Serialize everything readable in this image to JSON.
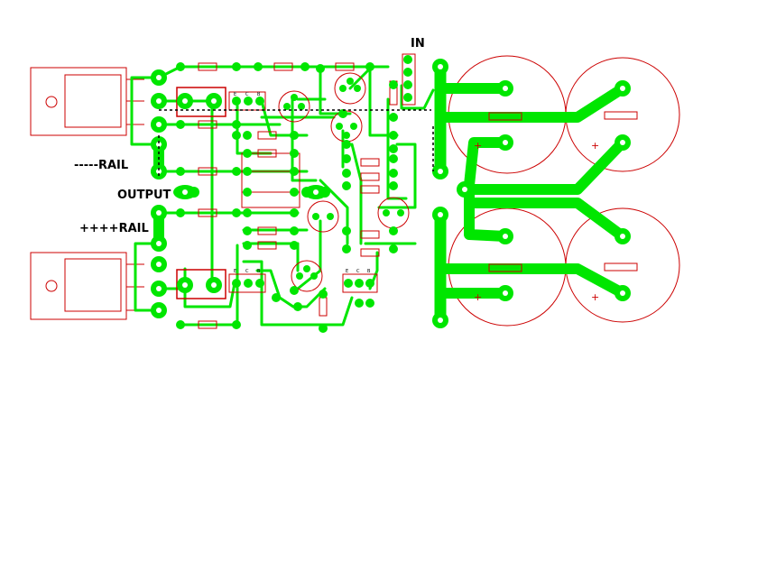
{
  "labels": {
    "input": "IN",
    "negative_rail": "-----RAIL",
    "output": "OUTPUT",
    "positive_rail": "++++RAIL"
  },
  "capacitor_polarity": "+",
  "transistor_pins": [
    "E",
    "C",
    "B"
  ],
  "colors": {
    "background": "#ffffff",
    "copper": "#00e600",
    "pad_hole": "#ffffff",
    "silkscreen": "#cc0000",
    "jumper": "#000000",
    "text": "#000000"
  }
}
